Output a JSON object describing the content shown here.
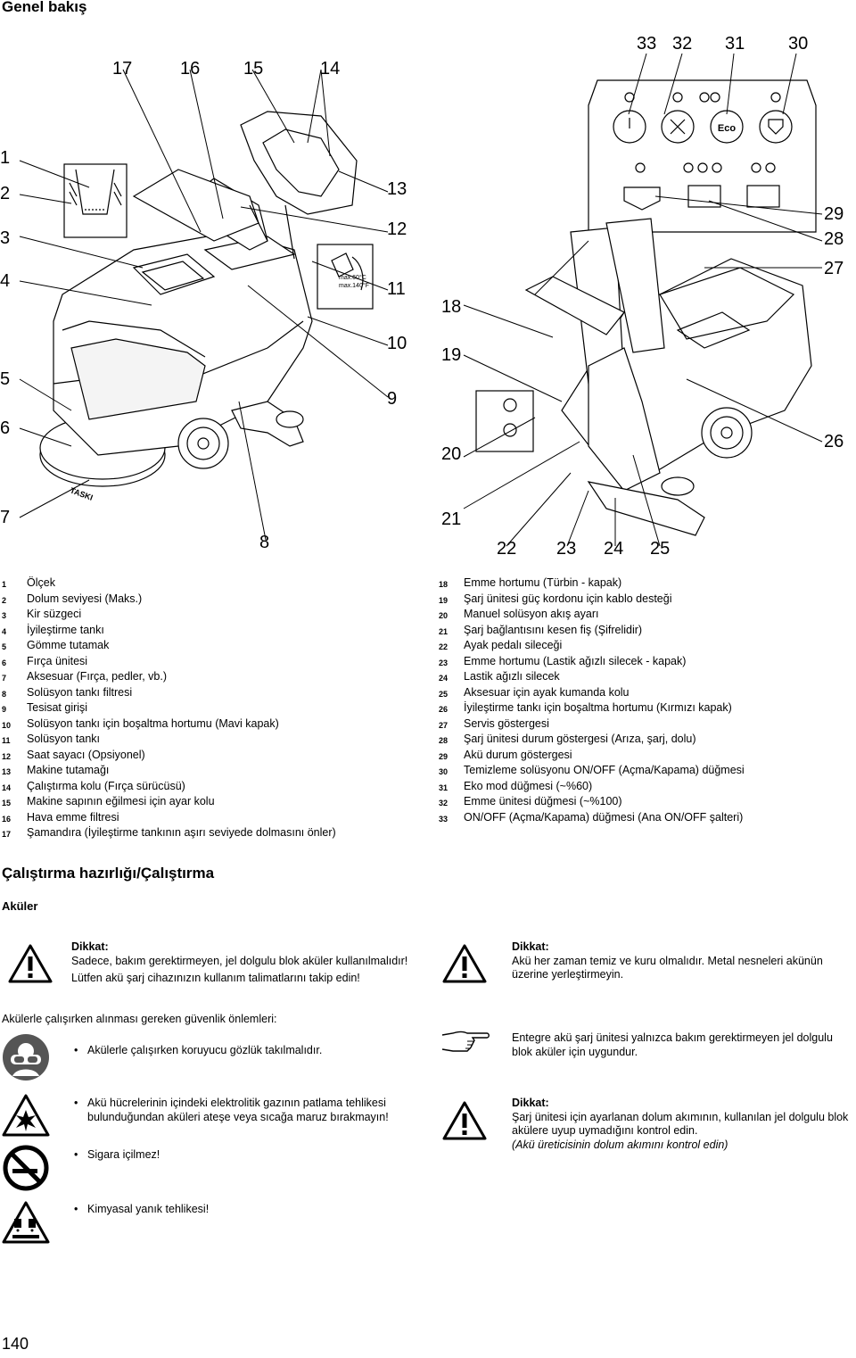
{
  "header": {
    "title": "Genel bakış"
  },
  "diagram": {
    "callouts": [
      "1",
      "2",
      "3",
      "4",
      "5",
      "6",
      "7",
      "8",
      "9",
      "10",
      "11",
      "12",
      "13",
      "14",
      "15",
      "16",
      "17",
      "18",
      "19",
      "20",
      "21",
      "22",
      "23",
      "24",
      "25",
      "26",
      "27",
      "28",
      "29",
      "30",
      "31",
      "32",
      "33"
    ],
    "panel_button_labels": {
      "eco": "Eco"
    },
    "hose_tag_lines": [
      "max.60°C",
      "max.140°F"
    ]
  },
  "legend_left": [
    {
      "n": "1",
      "t": "Ölçek"
    },
    {
      "n": "2",
      "t": "Dolum seviyesi (Maks.)"
    },
    {
      "n": "3",
      "t": "Kir süzgeci"
    },
    {
      "n": "4",
      "t": "İyileştirme tankı"
    },
    {
      "n": "5",
      "t": "Gömme tutamak"
    },
    {
      "n": "6",
      "t": "Fırça ünitesi"
    },
    {
      "n": "7",
      "t": "Aksesuar (Fırça, pedler, vb.)"
    },
    {
      "n": "8",
      "t": "Solüsyon tankı filtresi"
    },
    {
      "n": "9",
      "t": "Tesisat girişi"
    },
    {
      "n": "10",
      "t": "Solüsyon tankı için boşaltma hortumu (Mavi kapak)"
    },
    {
      "n": "11",
      "t": "Solüsyon tankı"
    },
    {
      "n": "12",
      "t": "Saat sayacı (Opsiyonel)"
    },
    {
      "n": "13",
      "t": "Makine tutamağı"
    },
    {
      "n": "14",
      "t": "Çalıştırma kolu (Fırça sürücüsü)"
    },
    {
      "n": "15",
      "t": "Makine sapının eğilmesi için ayar kolu"
    },
    {
      "n": "16",
      "t": "Hava emme filtresi"
    },
    {
      "n": "17",
      "t": "Şamandıra (İyileştirme tankının aşırı seviyede dolmasını önler)"
    }
  ],
  "legend_right": [
    {
      "n": "18",
      "t": "Emme hortumu (Türbin - kapak)"
    },
    {
      "n": "19",
      "t": "Şarj ünitesi güç kordonu için kablo desteği"
    },
    {
      "n": "20",
      "t": "Manuel solüsyon akış ayarı"
    },
    {
      "n": "21",
      "t": "Şarj bağlantısını kesen fiş (Şifrelidir)"
    },
    {
      "n": "22",
      "t": "Ayak pedalı sileceği"
    },
    {
      "n": "23",
      "t": "Emme hortumu (Lastik ağızlı silecek - kapak)"
    },
    {
      "n": "24",
      "t": "Lastik ağızlı silecek"
    },
    {
      "n": "25",
      "t": "Aksesuar için ayak kumanda kolu"
    },
    {
      "n": "26",
      "t": "İyileştirme tankı için boşaltma hortumu (Kırmızı kapak)"
    },
    {
      "n": "27",
      "t": "Servis göstergesi"
    },
    {
      "n": "28",
      "t": "Şarj ünitesi durum göstergesi (Arıza, şarj, dolu)"
    },
    {
      "n": "29",
      "t": "Akü durum göstergesi"
    },
    {
      "n": "30",
      "t": "Temizleme solüsyonu ON/OFF (Açma/Kapama) düğmesi"
    },
    {
      "n": "31",
      "t": "Eko mod düğmesi (~%60)"
    },
    {
      "n": "32",
      "t": "Emme ünitesi düğmesi (~%100)"
    },
    {
      "n": "33",
      "t": "ON/OFF (Açma/Kapama) düğmesi (Ana ON/OFF şalteri)"
    }
  ],
  "section": {
    "title": "Çalıştırma hazırlığı/Çalıştırma",
    "subtitle": "Aküler",
    "note1": {
      "heading": "Dikkat:",
      "line1": "Sadece, bakım gerektirmeyen, jel dolgulu blok aküler kullanılmalıdır!",
      "line2": "Lütfen akü şarj cihazınızın kullanım talimatlarını takip edin!"
    },
    "note2": {
      "heading": "Dikkat:",
      "line1": "Akü her zaman temiz ve kuru olmalıdır. Metal nesneleri akünün üzerine yerleştirmeyin."
    },
    "precautions_heading": "Akülerle çalışırken alınması gereken güvenlik önlemleri:",
    "bullet1": "Akülerle çalışırken koruyucu gözlük takılmalıdır.",
    "note3": "Entegre akü şarj ünitesi yalnızca bakım gerektirmeyen jel dolgulu blok aküler için uygundur.",
    "bullet2": "Akü hücrelerinin içindeki elektrolitik gazının patlama tehlikesi bulunduğundan aküleri ateşe veya sıcağa maruz bırakmayın!",
    "bullet3": "Sigara içilmez!",
    "note4": {
      "heading": "Dikkat:",
      "line1": "Şarj ünitesi için ayarlanan dolum akımının, kullanılan jel dolgulu blok akülere uyup uymadığını kontrol edin.",
      "line2": "(Akü üreticisinin dolum akımını kontrol edin)"
    },
    "bullet4": "Kimyasal yanık tehlikesi!"
  },
  "footer": {
    "page_number": "140"
  }
}
